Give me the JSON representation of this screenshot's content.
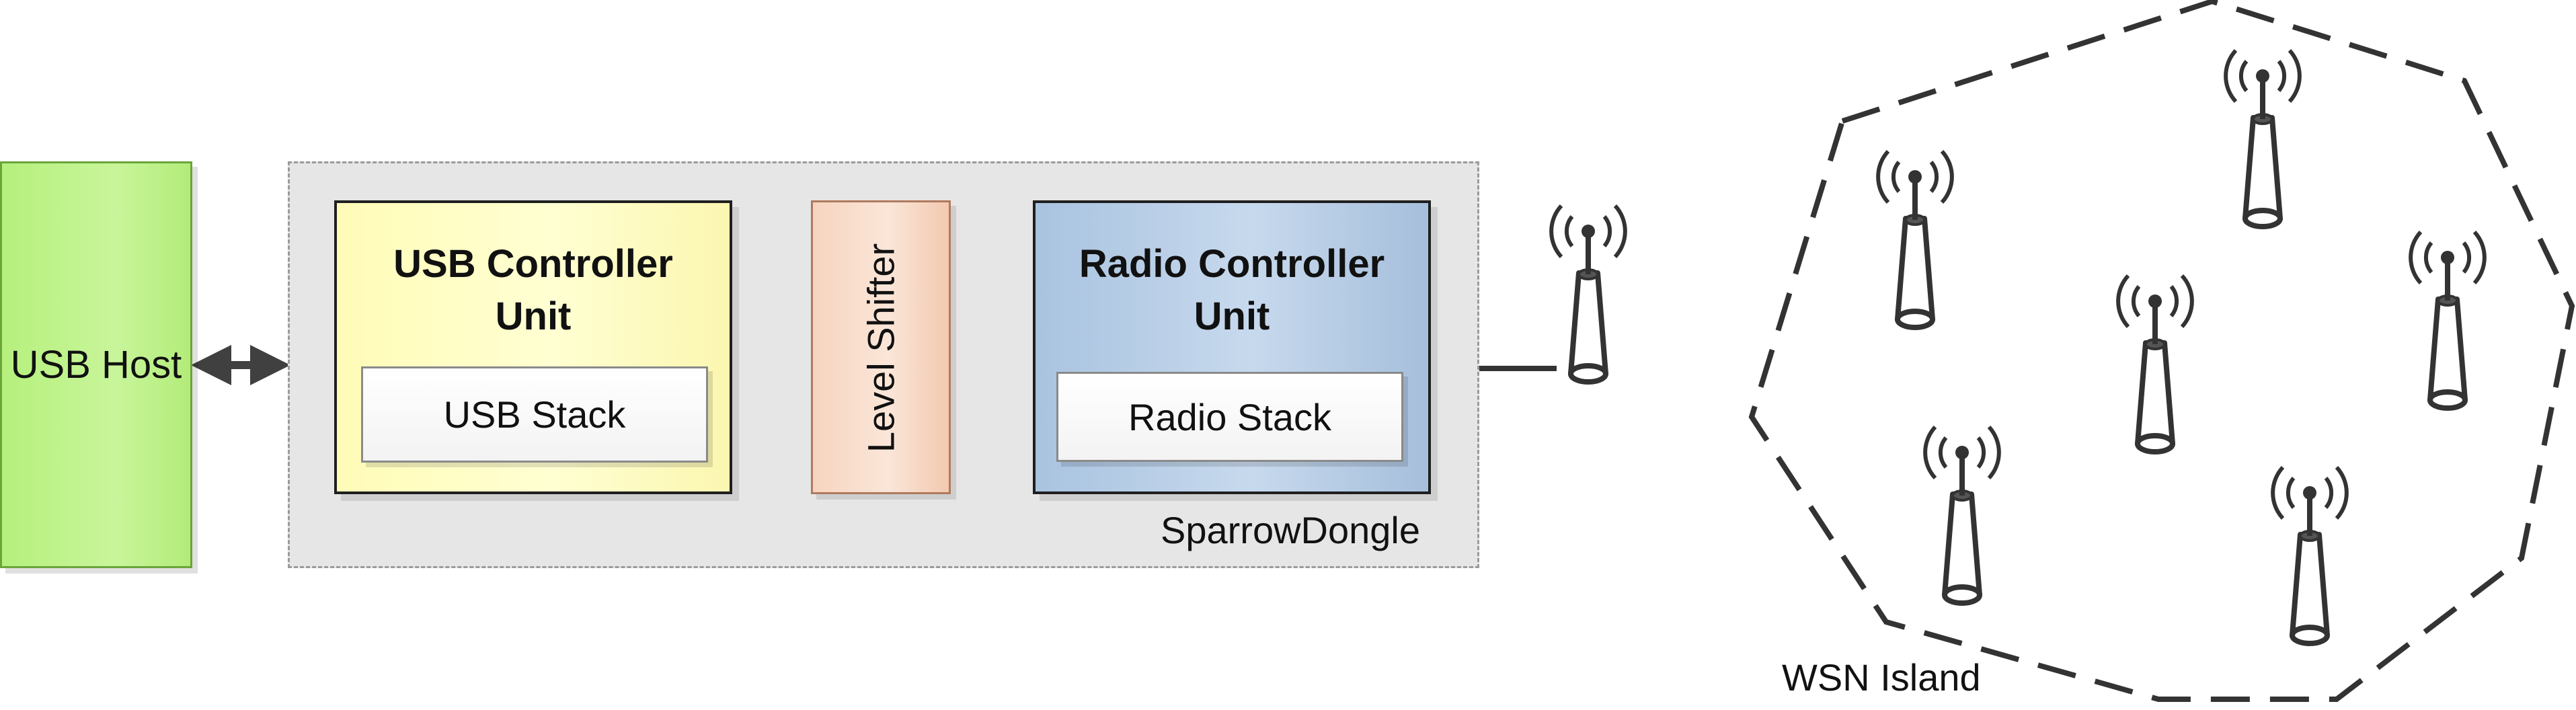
{
  "usb_host": {
    "label": "USB Host"
  },
  "dongle": {
    "label": "SparrowDongle",
    "usb_controller": {
      "title_line1": "USB Controller",
      "title_line2": "Unit",
      "stack": "USB Stack"
    },
    "level_shifter": {
      "label": "Level Shifter"
    },
    "radio_controller": {
      "title_line1": "Radio Controller",
      "title_line2": "Unit",
      "stack": "Radio Stack"
    }
  },
  "wsn_island": {
    "label": "WSN Island",
    "node_count": 6
  },
  "icons": {
    "antenna": "antenna-icon",
    "double_arrow": "bidirectional-arrow-icon",
    "arrow": "arrow-icon"
  }
}
